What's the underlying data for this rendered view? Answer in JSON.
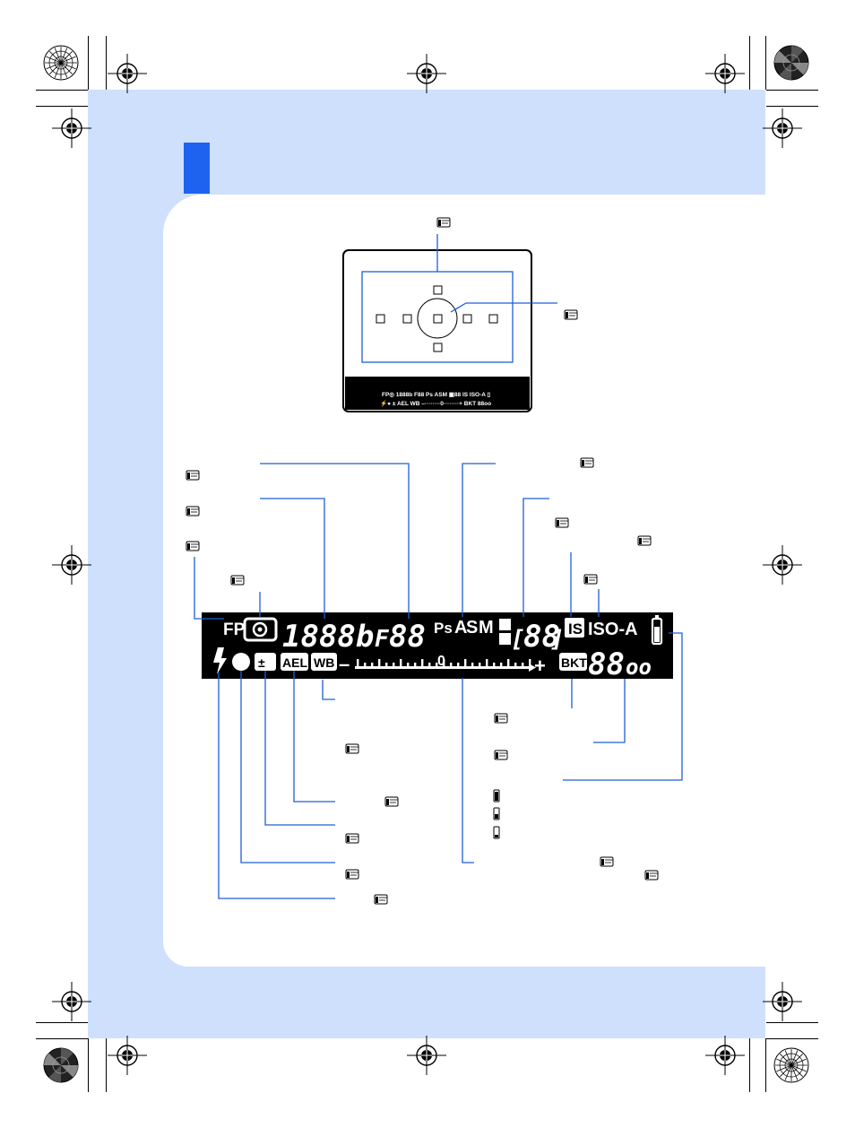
{
  "display": {
    "fp": "FP",
    "shutter_digits": "1888b",
    "aperture_prefix": "F",
    "aperture_digits": "88",
    "ps": "Ps",
    "mode_a": "A",
    "mode_s": "S",
    "mode_m": "M",
    "exp_comp_digits": "88",
    "is": "IS",
    "iso": "ISO-A",
    "flash_comp": "±",
    "ael": "AEL",
    "wb": "WB",
    "scale_zero": "0",
    "scale_minus": "–",
    "scale_plus": "+",
    "bkt": "BKT",
    "frames_digits": "88",
    "frames_small": "oo"
  },
  "viewfinder_strip": {
    "line1": "FP◎ 1888b F88 Ps ASM ▣88 IS ISO-A ▯",
    "line2": "⚡● ± AEL WB –········0········+ BKT 88oo"
  },
  "icons": {
    "reference": "hand-pointer-icon",
    "registration": "registration-mark-icon",
    "color_target": "color-wheel-target-icon",
    "battery": "battery-icon"
  },
  "colors": {
    "band": "#cfe0fd",
    "accent": "#1e63f0",
    "leader": "#1f5fd6",
    "lcd": "#000000"
  }
}
